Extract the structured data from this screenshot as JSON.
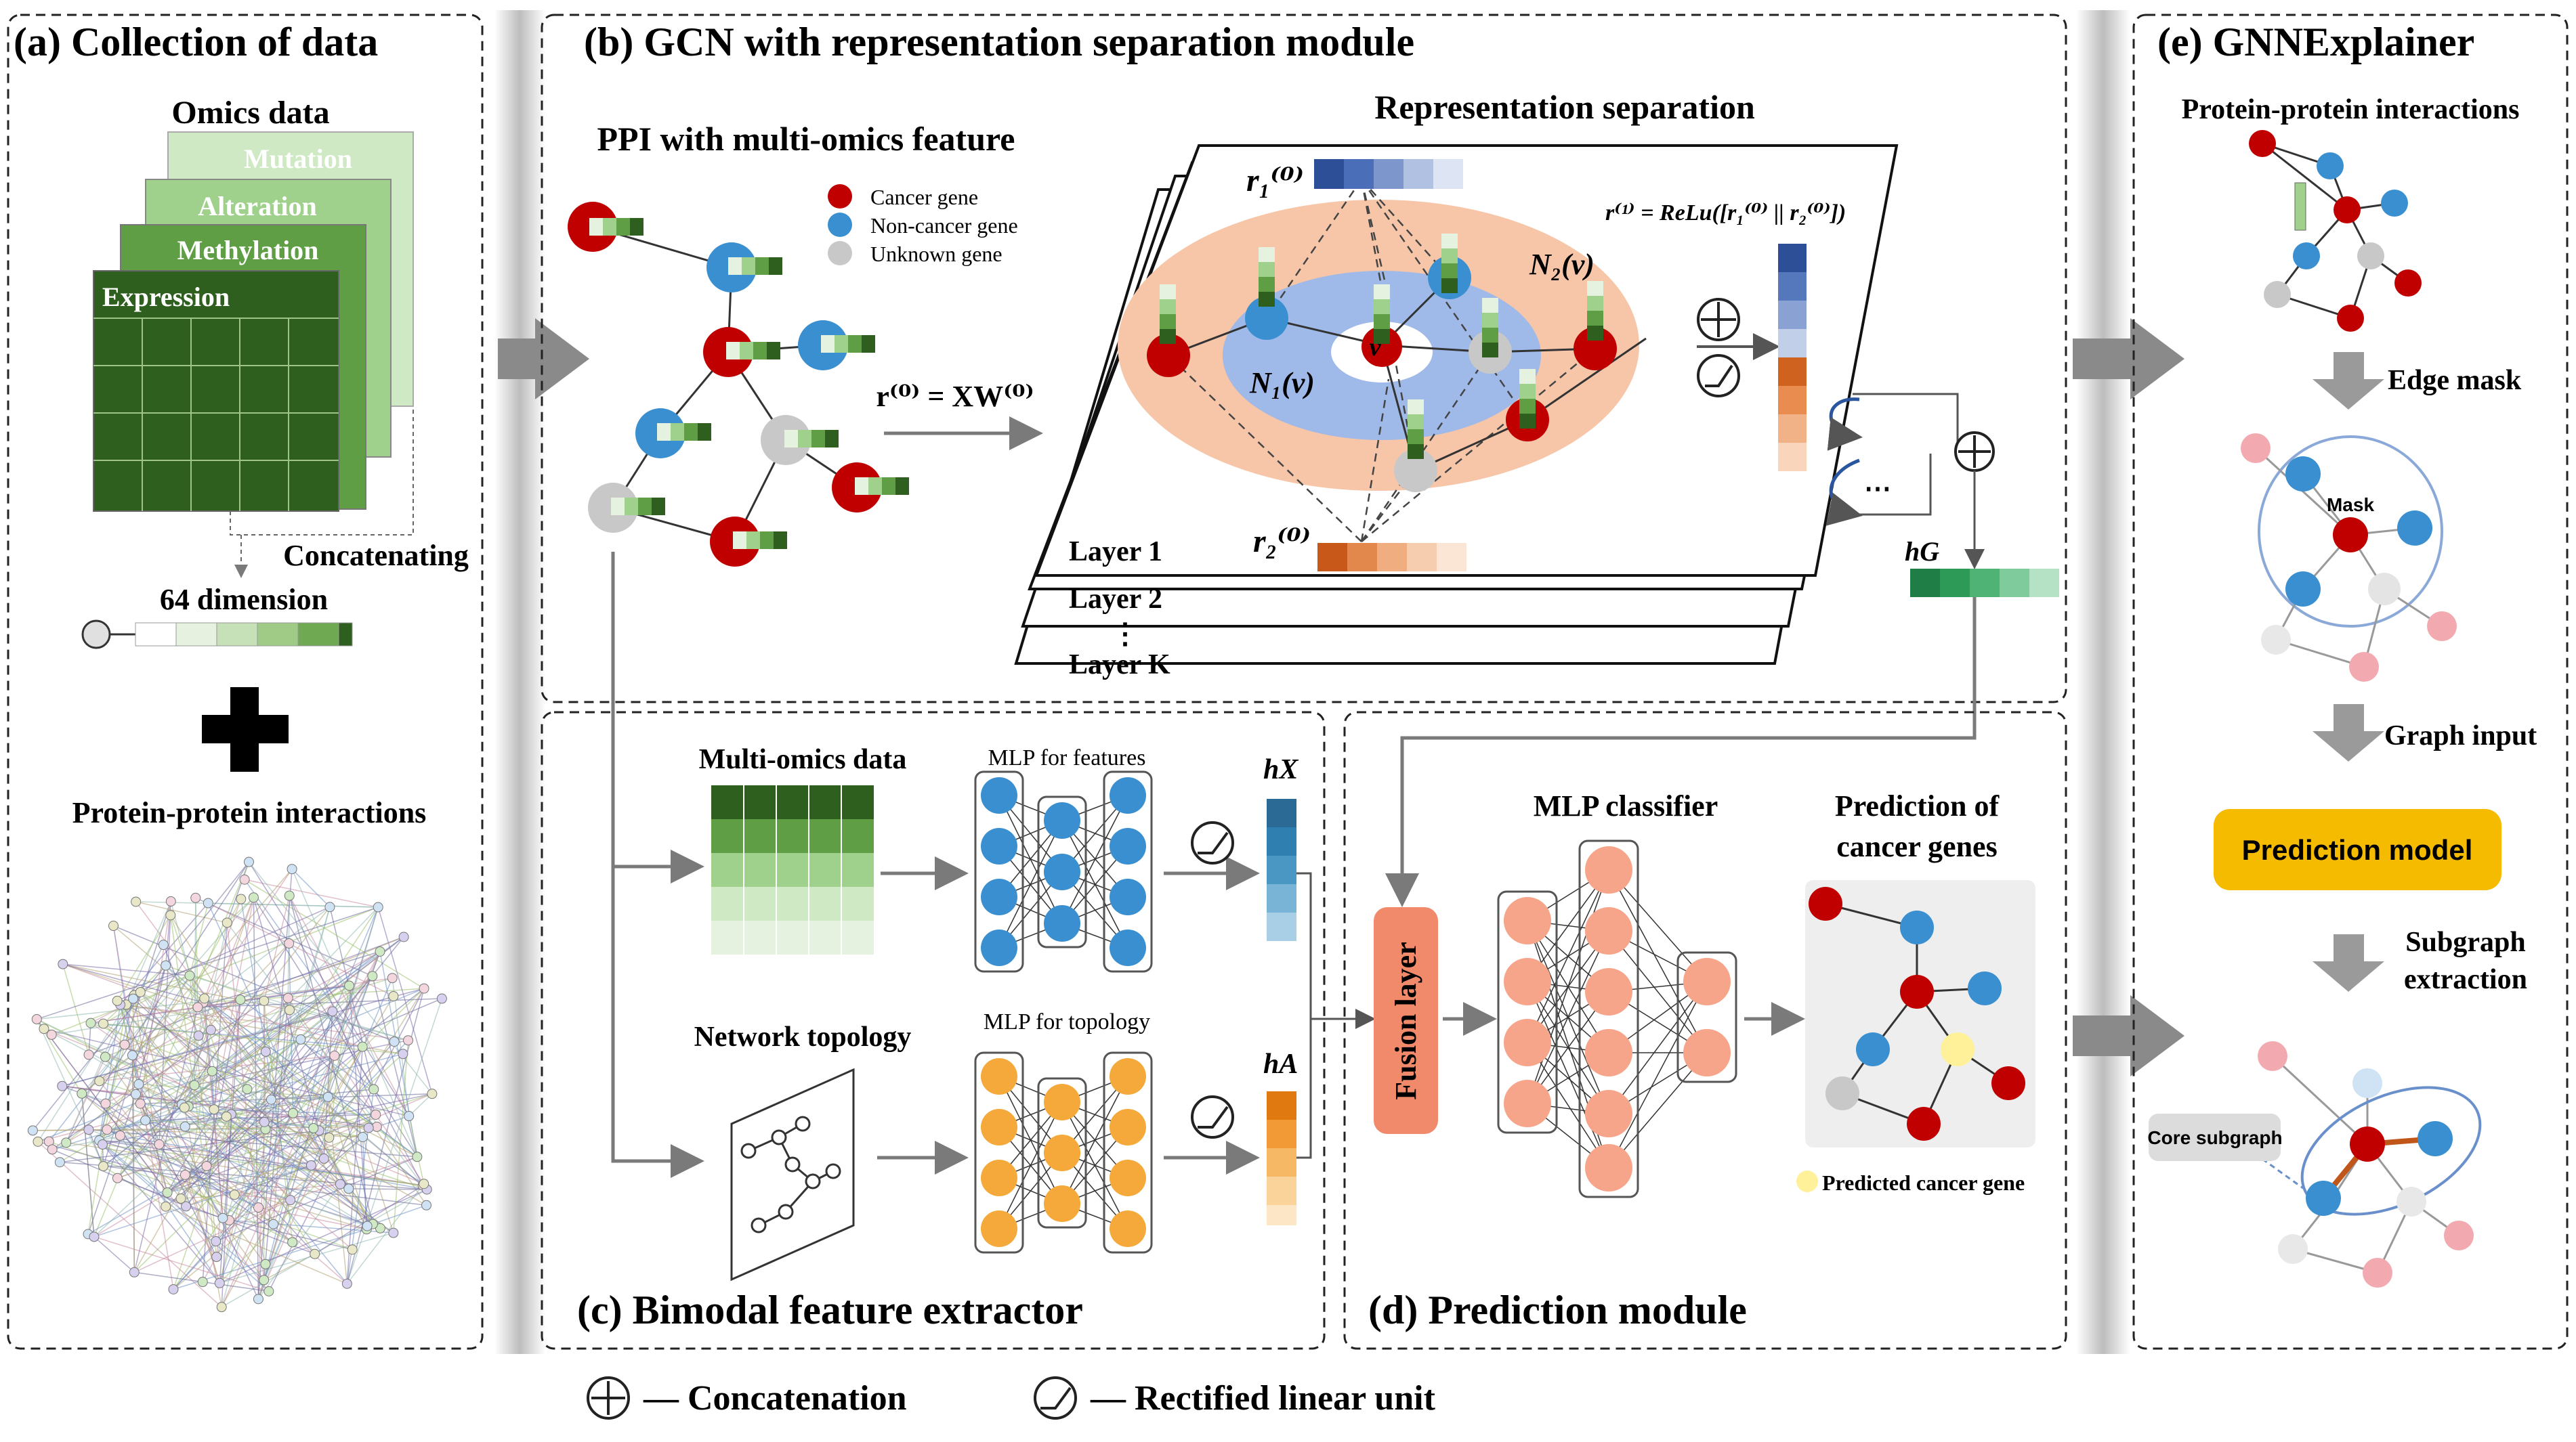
{
  "panels": {
    "a": {
      "title": "(a) Collection of data",
      "omics_heading": "Omics data",
      "omics_layers": [
        "Mutation",
        "Alteration",
        "Methylation",
        "Expression"
      ],
      "concatenating": "Concatenating",
      "dimension": "64 dimension",
      "ppi_heading": "Protein-protein interactions"
    },
    "b": {
      "title": "(b) GCN with representation separation module",
      "ppi_heading": "PPI with multi-omics feature",
      "legend": [
        "Cancer gene",
        "Non-cancer gene",
        "Unknown gene"
      ],
      "projection": "r⁽⁰⁾ = XW⁽⁰⁾",
      "rep_sep_heading": "Representation separation",
      "r1": "r₁⁽⁰⁾",
      "r2": "r₂⁽⁰⁾",
      "relu_formula": "r⁽¹⁾ = ReLu([r₁⁽⁰⁾ || r₂⁽⁰⁾])",
      "n1": "N₁(v)",
      "n2": "N₂(v)",
      "v": "v",
      "layers": [
        "Layer 1",
        "Layer 2",
        "⋮",
        "Layer K"
      ],
      "hg": "hG"
    },
    "c": {
      "title": "(c) Bimodal feature extractor",
      "multiomics": "Multi-omics data",
      "mlp_features": "MLP for features",
      "hx": "hX",
      "topology": "Network topology",
      "mlp_topology": "MLP for topology",
      "ha": "hA"
    },
    "d": {
      "title": "(d) Prediction module",
      "mlp_classifier": "MLP classifier",
      "fusion": "Fusion layer",
      "prediction_heading_1": "Prediction of",
      "prediction_heading_2": "cancer genes",
      "predicted_legend": "Predicted cancer gene"
    },
    "e": {
      "title": "(e) GNNExplainer",
      "ppi_heading": "Protein-protein interactions",
      "edge_mask": "Edge mask",
      "mask": "Mask",
      "graph_input": "Graph input",
      "prediction_model": "Prediction model",
      "subgraph_1": "Subgraph",
      "subgraph_2": "extraction",
      "core_subgraph": "Core subgraph"
    }
  },
  "footer": {
    "concatenation": "— Concatenation",
    "relu": "— Rectified linear unit"
  },
  "colors": {
    "cancer": "#c00000",
    "noncancer": "#3a8fd0",
    "unknown": "#c8c8c8",
    "predicted": "#fff09a",
    "omics_dark": "#2f5f1f",
    "blue_vec": "#3a62a8",
    "orange_vec": "#d46a1e",
    "teal_vec": "#2a7aa8",
    "amber": "#f4a93a",
    "salmon": "#f7a58a",
    "yellow_box": "#f5bb00",
    "green_vec": "#2d9a57"
  }
}
